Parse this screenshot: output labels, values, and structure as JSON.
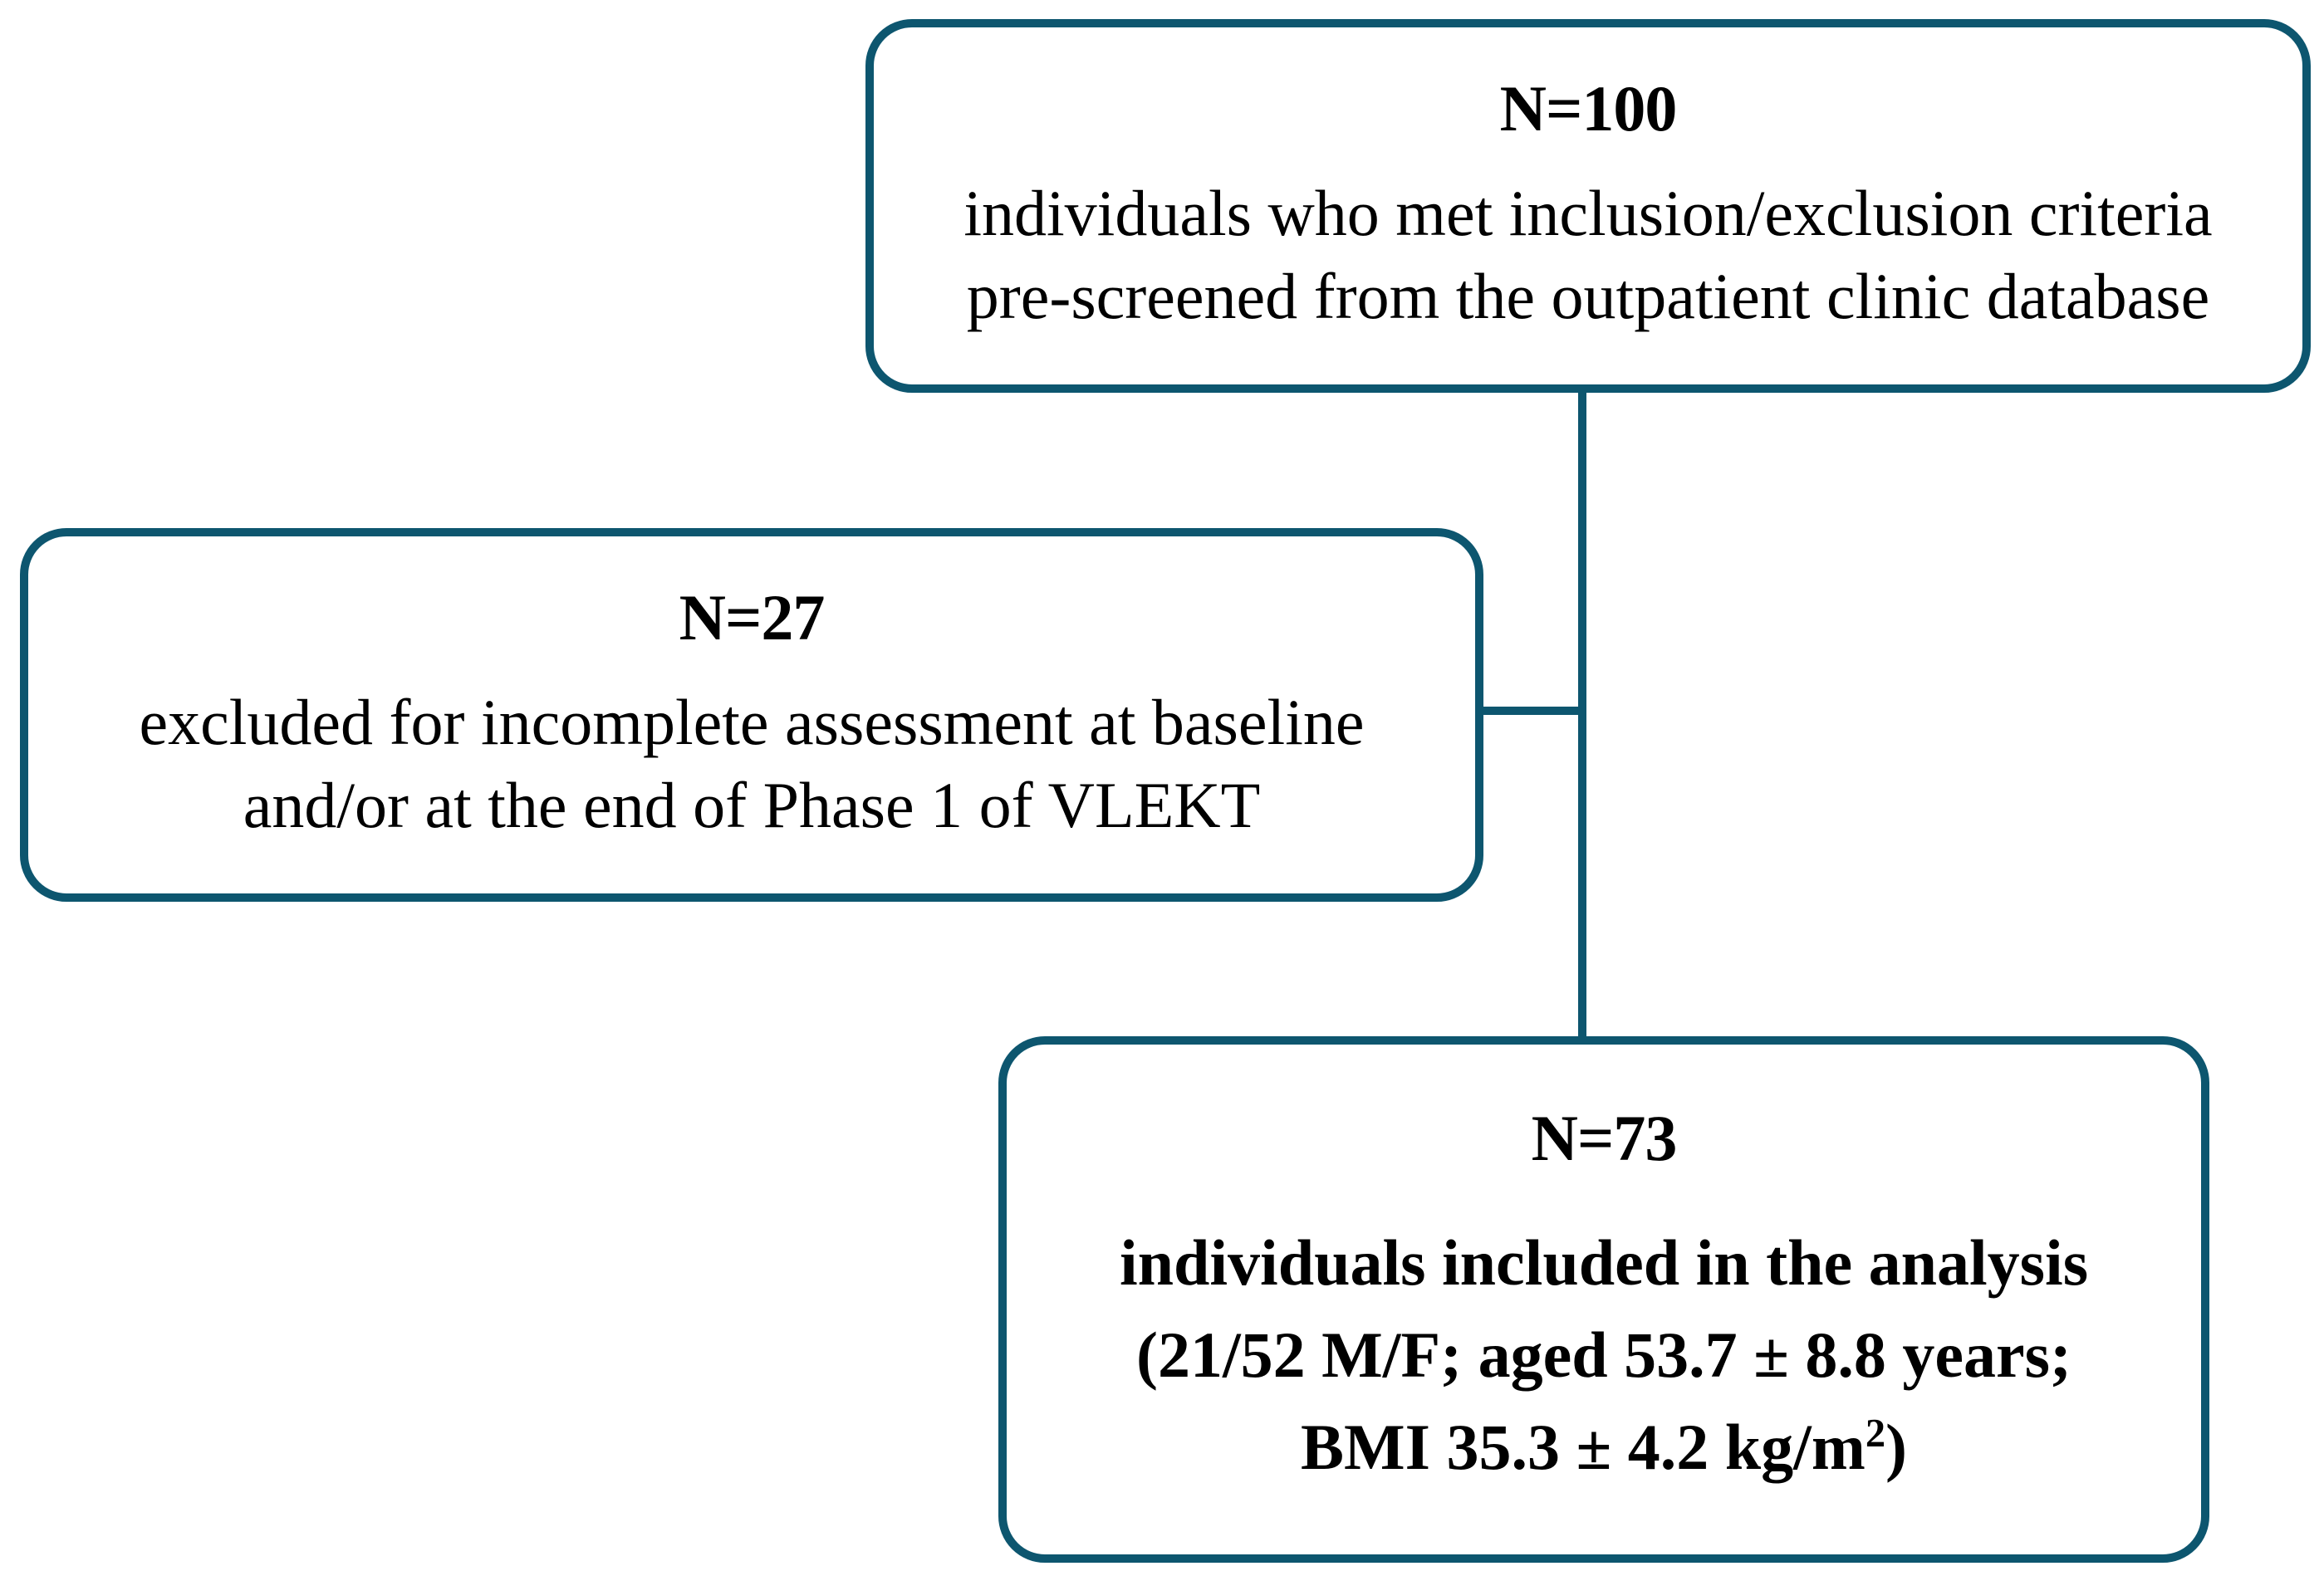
{
  "diagram": {
    "type": "participant-flow-chart",
    "accent_color": "#0d566f",
    "text_color": "#000000",
    "background_color": "#ffffff",
    "boxes": [
      {
        "id": "screened",
        "heading": "N=100",
        "lines": [
          "individuals who met inclusion/exclusion criteria",
          "pre-screened from the outpatient clinic database"
        ],
        "bold_body": false
      },
      {
        "id": "excluded",
        "heading": "N=27",
        "lines": [
          "excluded for incomplete assessment at baseline",
          "and/or at the end of Phase 1 of VLEKT"
        ],
        "bold_body": false
      },
      {
        "id": "included",
        "heading": "N=73",
        "lines": [
          "individuals included in the analysis",
          "(21/52 M/F; aged  53.7 ± 8.8 years;",
          "BMI 35.3 ± 4.2 kg/m"
        ],
        "line3_superscript": "2",
        "line3_tail": ")",
        "bold_body": true
      }
    ],
    "connectors": [
      {
        "id": "screened-to-included",
        "from": "screened",
        "to": "included",
        "shape": "vertical"
      },
      {
        "id": "excluded-branch",
        "from": "excluded",
        "to": "screened-to-included",
        "shape": "horizontal-elbow"
      }
    ]
  }
}
